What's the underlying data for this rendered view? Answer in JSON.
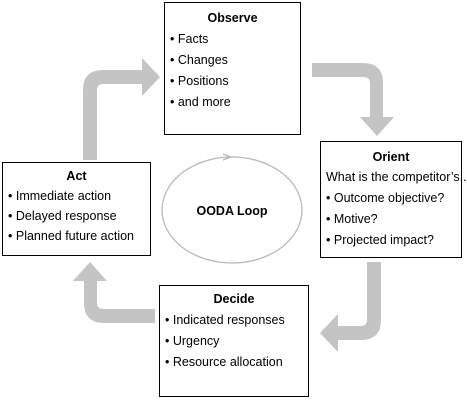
{
  "colors": {
    "arrow_fill": "#c4c4c4",
    "loop_stroke": "#b8b8b8",
    "box_border": "#000000"
  },
  "center": {
    "label": "OODA Loop"
  },
  "observe": {
    "title": "Observe",
    "items": [
      "Facts",
      "Changes",
      "Positions",
      "and more"
    ]
  },
  "orient": {
    "title": "Orient",
    "subtitle": "What is the competitor’s...",
    "items": [
      "Outcome objective?",
      "Motive?",
      "Projected impact?"
    ]
  },
  "decide": {
    "title": "Decide",
    "items": [
      "Indicated responses",
      "Urgency",
      "Resource allocation"
    ]
  },
  "act": {
    "title": "Act",
    "items": [
      "Immediate action",
      "Delayed response",
      "Planned future action"
    ]
  }
}
